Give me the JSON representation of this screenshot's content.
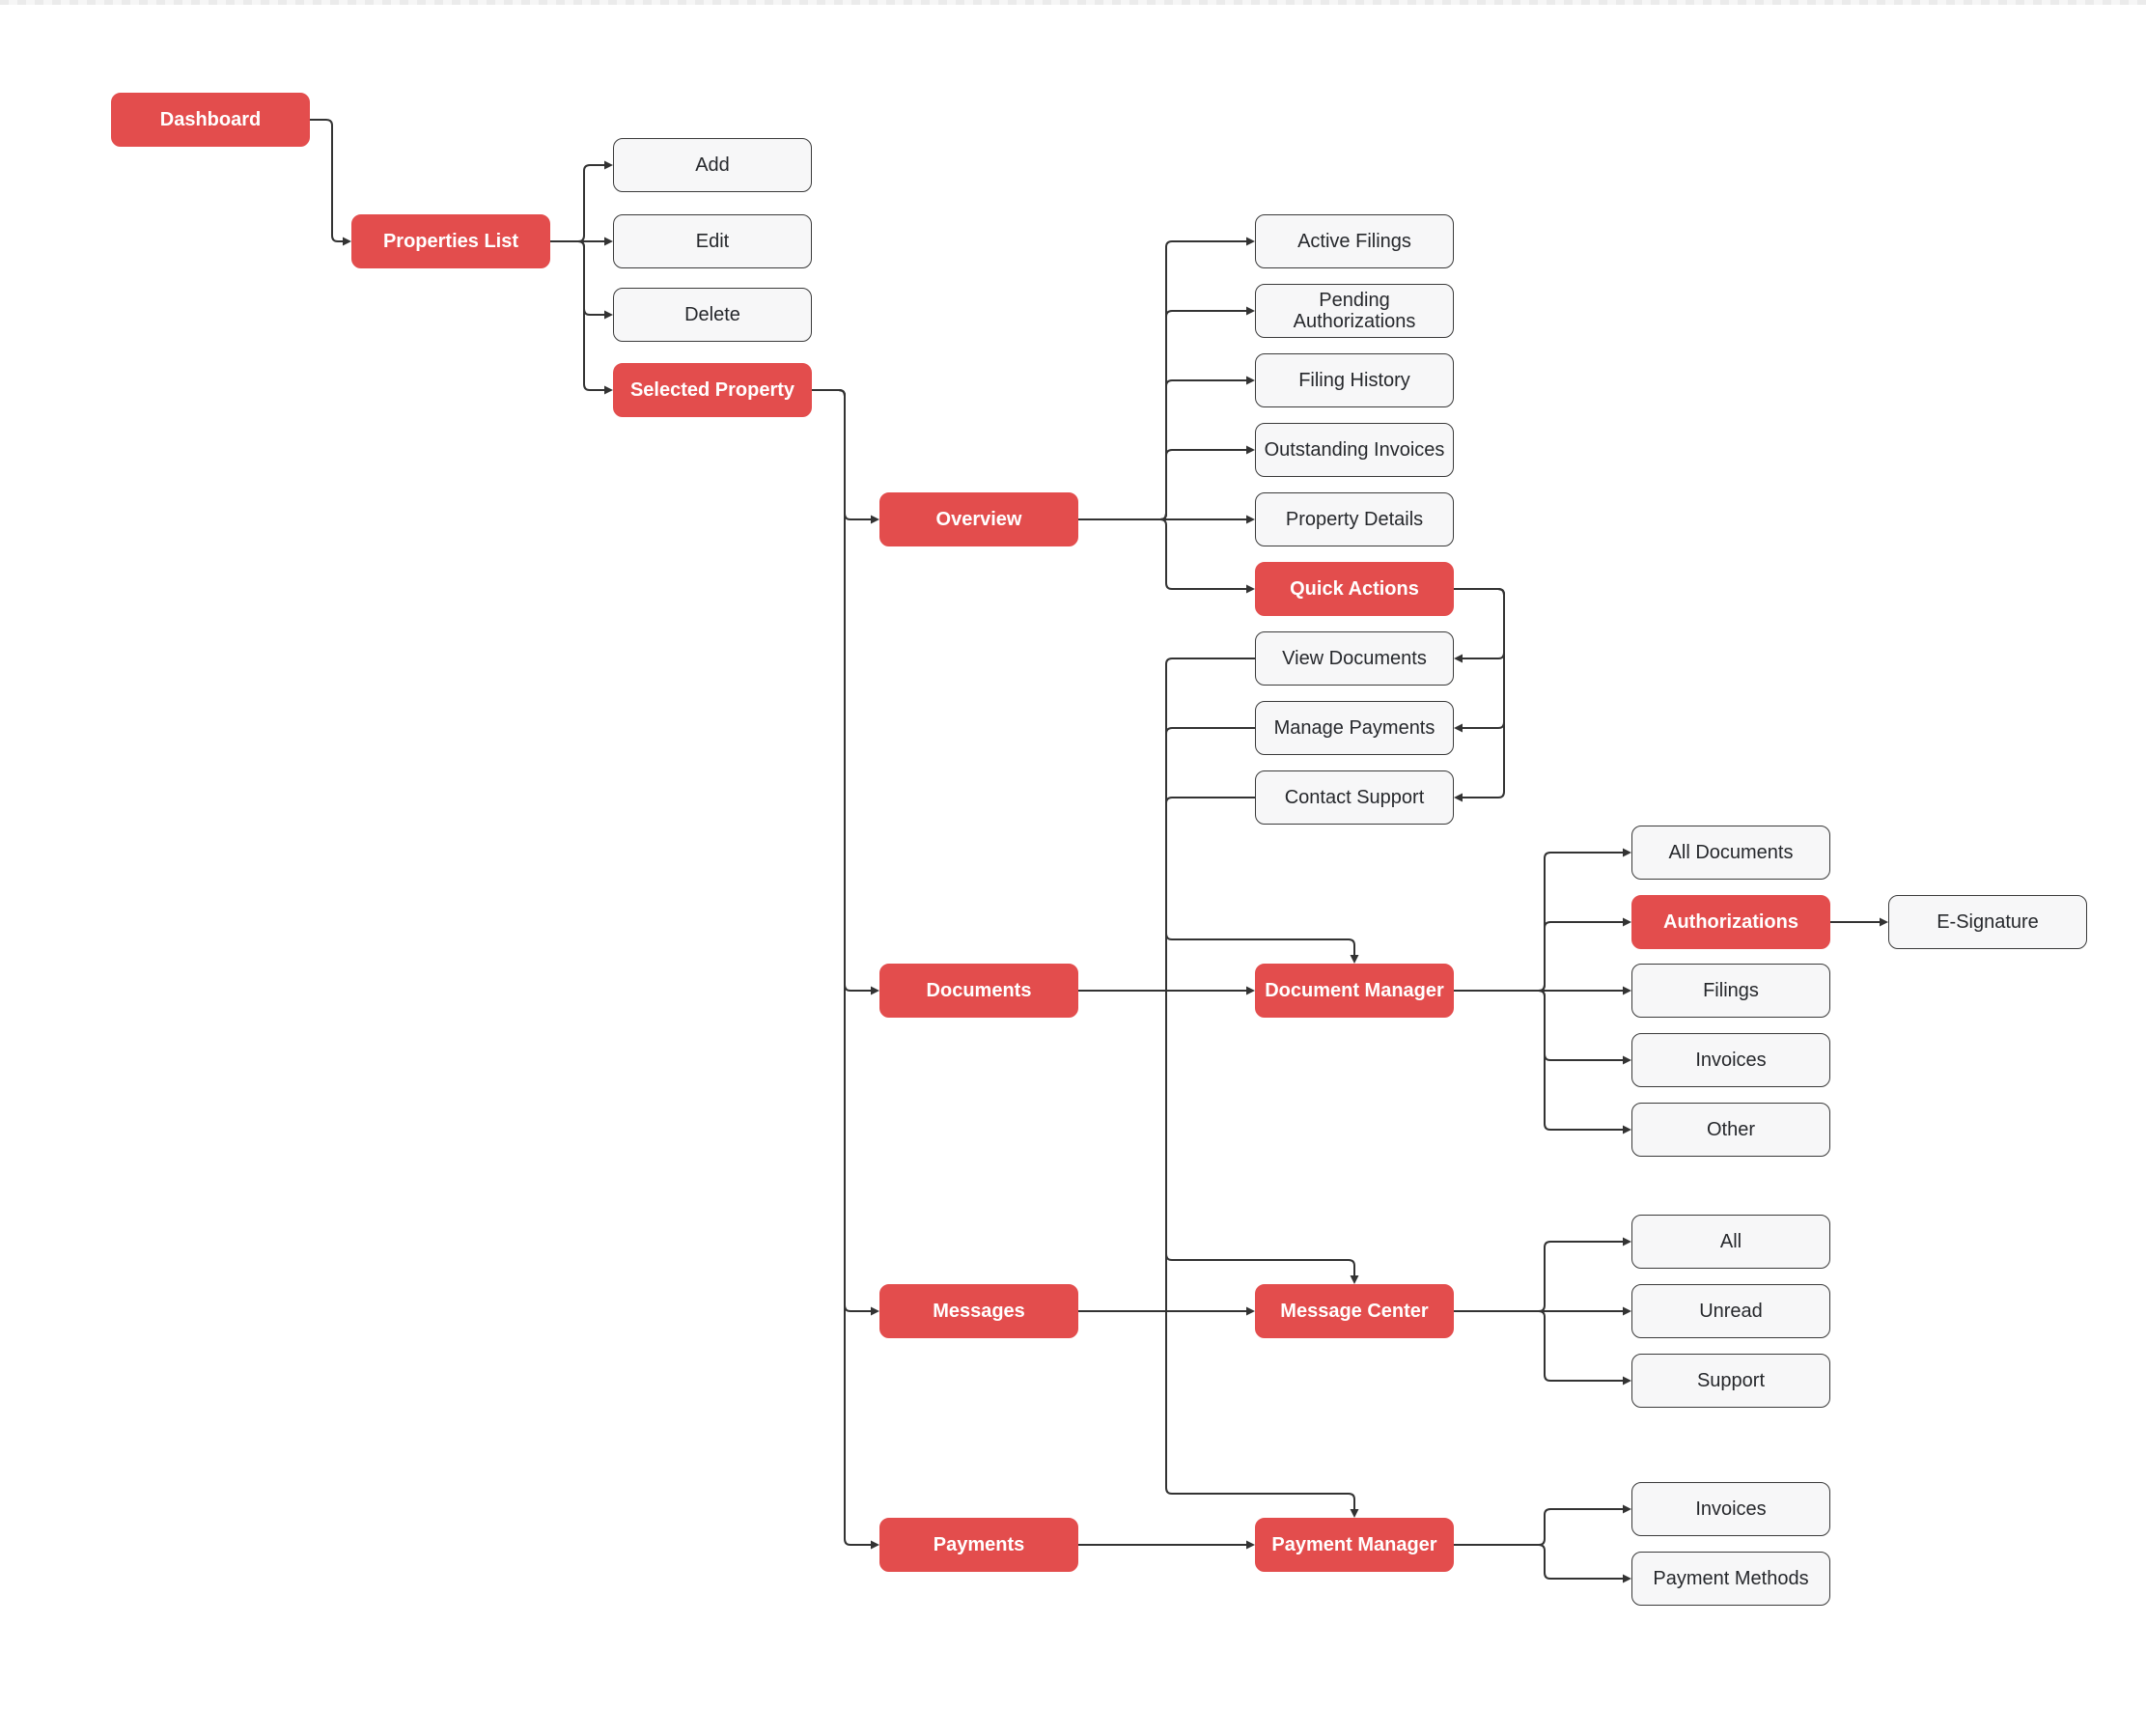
{
  "diagram": {
    "type": "flowchart",
    "orientation": "left-to-right",
    "nodes": {
      "dashboard": {
        "label": "Dashboard",
        "style": "primary"
      },
      "properties_list": {
        "label": "Properties List",
        "style": "primary"
      },
      "add": {
        "label": "Add",
        "style": "default"
      },
      "edit": {
        "label": "Edit",
        "style": "default"
      },
      "delete": {
        "label": "Delete",
        "style": "default"
      },
      "selected_property": {
        "label": "Selected Property",
        "style": "primary"
      },
      "overview": {
        "label": "Overview",
        "style": "primary"
      },
      "active_filings": {
        "label": "Active Filings",
        "style": "default"
      },
      "pending_authorizations": {
        "label": "Pending Authorizations",
        "style": "default"
      },
      "filing_history": {
        "label": "Filing History",
        "style": "default"
      },
      "outstanding_invoices": {
        "label": "Outstanding Invoices",
        "style": "default"
      },
      "property_details": {
        "label": "Property Details",
        "style": "default"
      },
      "quick_actions": {
        "label": "Quick Actions",
        "style": "primary"
      },
      "view_documents": {
        "label": "View Documents",
        "style": "default"
      },
      "manage_payments": {
        "label": "Manage Payments",
        "style": "default"
      },
      "contact_support": {
        "label": "Contact Support",
        "style": "default"
      },
      "documents": {
        "label": "Documents",
        "style": "primary"
      },
      "document_manager": {
        "label": "Document Manager",
        "style": "primary"
      },
      "all_documents": {
        "label": "All Documents",
        "style": "default"
      },
      "authorizations": {
        "label": "Authorizations",
        "style": "primary"
      },
      "e_signature": {
        "label": "E-Signature",
        "style": "default"
      },
      "filings": {
        "label": "Filings",
        "style": "default"
      },
      "invoices_documents": {
        "label": "Invoices",
        "style": "default"
      },
      "other": {
        "label": "Other",
        "style": "default"
      },
      "messages": {
        "label": "Messages",
        "style": "primary"
      },
      "message_center": {
        "label": "Message Center",
        "style": "primary"
      },
      "all_messages": {
        "label": "All",
        "style": "default"
      },
      "unread": {
        "label": "Unread",
        "style": "default"
      },
      "support": {
        "label": "Support",
        "style": "default"
      },
      "payments": {
        "label": "Payments",
        "style": "primary"
      },
      "payment_manager": {
        "label": "Payment Manager",
        "style": "primary"
      },
      "invoices_payments": {
        "label": "Invoices",
        "style": "default"
      },
      "payment_methods": {
        "label": "Payment Methods",
        "style": "default"
      }
    },
    "edges": [
      {
        "from": "dashboard",
        "to": "properties_list"
      },
      {
        "from": "properties_list",
        "to": "add"
      },
      {
        "from": "properties_list",
        "to": "edit"
      },
      {
        "from": "properties_list",
        "to": "delete"
      },
      {
        "from": "properties_list",
        "to": "selected_property"
      },
      {
        "from": "selected_property",
        "to": "overview"
      },
      {
        "from": "selected_property",
        "to": "documents"
      },
      {
        "from": "selected_property",
        "to": "messages"
      },
      {
        "from": "selected_property",
        "to": "payments"
      },
      {
        "from": "overview",
        "to": "active_filings"
      },
      {
        "from": "overview",
        "to": "pending_authorizations"
      },
      {
        "from": "overview",
        "to": "filing_history"
      },
      {
        "from": "overview",
        "to": "outstanding_invoices"
      },
      {
        "from": "overview",
        "to": "property_details"
      },
      {
        "from": "overview",
        "to": "quick_actions"
      },
      {
        "from": "quick_actions",
        "to": "view_documents"
      },
      {
        "from": "quick_actions",
        "to": "manage_payments"
      },
      {
        "from": "quick_actions",
        "to": "contact_support"
      },
      {
        "from": "view_documents",
        "to": "document_manager"
      },
      {
        "from": "manage_payments",
        "to": "payment_manager"
      },
      {
        "from": "contact_support",
        "to": "message_center"
      },
      {
        "from": "documents",
        "to": "document_manager"
      },
      {
        "from": "messages",
        "to": "message_center"
      },
      {
        "from": "payments",
        "to": "payment_manager"
      },
      {
        "from": "document_manager",
        "to": "all_documents"
      },
      {
        "from": "document_manager",
        "to": "authorizations"
      },
      {
        "from": "document_manager",
        "to": "filings"
      },
      {
        "from": "document_manager",
        "to": "invoices_documents"
      },
      {
        "from": "document_manager",
        "to": "other"
      },
      {
        "from": "authorizations",
        "to": "e_signature"
      },
      {
        "from": "message_center",
        "to": "all_messages"
      },
      {
        "from": "message_center",
        "to": "unread"
      },
      {
        "from": "message_center",
        "to": "support"
      },
      {
        "from": "payment_manager",
        "to": "invoices_payments"
      },
      {
        "from": "payment_manager",
        "to": "payment_methods"
      }
    ],
    "theme": {
      "primary-fill": "#e34d4d",
      "primary-text": "#ffffff",
      "node-fill": "#f7f7f8",
      "node-border": "#3a3a3a",
      "node-text": "#26282c",
      "edge-color": "#333333",
      "canvas-bg": "#ffffff",
      "top-strip-a": "#ebebeb",
      "top-strip-b": "#f6f6f6"
    }
  }
}
